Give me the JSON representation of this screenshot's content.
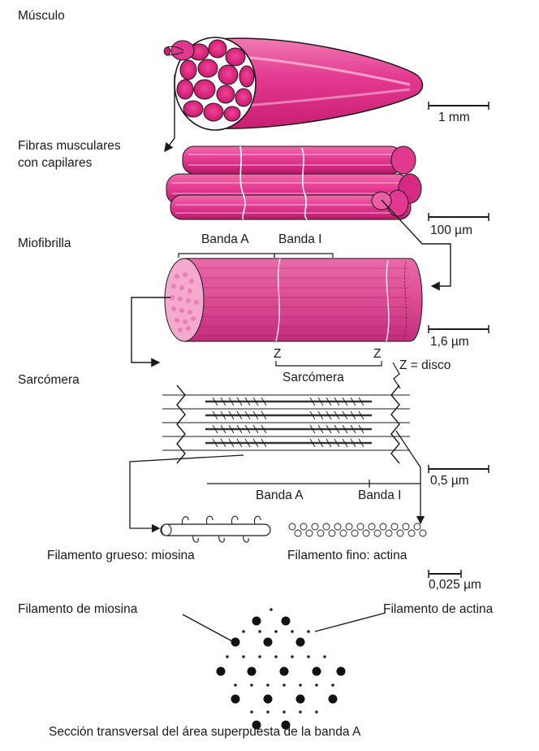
{
  "labels": {
    "musculo": "Músculo",
    "fibras_1": "Fibras musculares",
    "fibras_2": "con capilares",
    "miofibrilla": "Miofibrilla",
    "banda_a_top": "Banda A",
    "banda_i_top": "Banda I",
    "sarcomera_left": "Sarcómera",
    "z_left": "Z",
    "z_right": "Z",
    "z_disco": "Z = disco",
    "sarcomera_center": "Sarcómera",
    "banda_a_bottom": "Banda A",
    "banda_i_bottom": "Banda I",
    "filamento_grueso": "Filamento grueso: miosina",
    "filamento_fino": "Filamento fino: actina",
    "filamento_miosina": "Filamento de miosina",
    "filamento_actina": "Filamento de actina",
    "seccion": "Sección transversal del área superpuesta de la banda A"
  },
  "scale_bars": {
    "s1": "1 mm",
    "s2": "100 µm",
    "s3": "1,6 µm",
    "s4": "0,5 µm",
    "s5": "0,025 µm"
  },
  "colors": {
    "muscle_pink": "#e2388f",
    "muscle_dark": "#b4165f",
    "muscle_light": "#f4a9cf",
    "ink": "#1a1a1a"
  }
}
